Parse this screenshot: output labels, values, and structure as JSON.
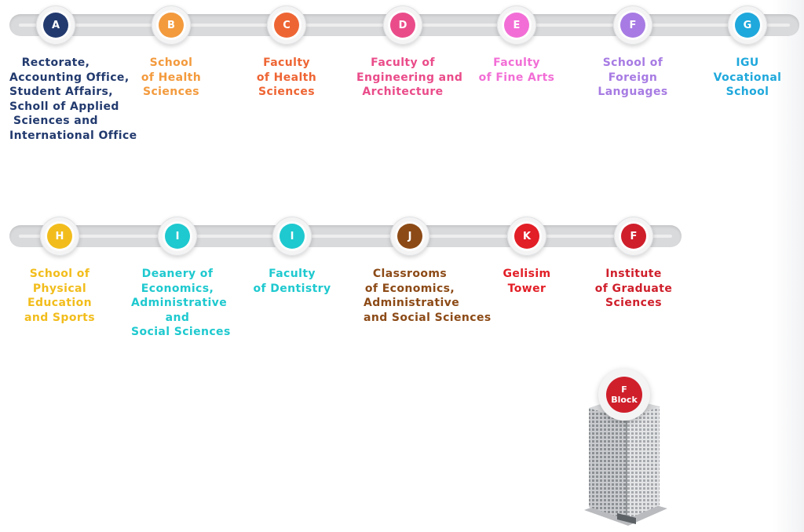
{
  "rows": [
    {
      "stops": [
        {
          "letter": "A",
          "color": "#223a6e",
          "lines": [
            "Rectorate,",
            "Accounting Office,",
            "Student Affairs,",
            "Scholl of Applied",
            "Sciences and",
            "International Office"
          ]
        },
        {
          "letter": "B",
          "color": "#f39a3d",
          "lines": [
            "School",
            "of Health",
            "Sciences"
          ]
        },
        {
          "letter": "C",
          "color": "#ee6534",
          "lines": [
            "Faculty",
            "of Health",
            "Sciences"
          ]
        },
        {
          "letter": "D",
          "color": "#ea4c8a",
          "lines": [
            "Faculty of",
            "Engineering and",
            "Architecture"
          ]
        },
        {
          "letter": "E",
          "color": "#f26ed6",
          "lines": [
            "Faculty",
            "of Fine Arts"
          ]
        },
        {
          "letter": "F",
          "color": "#a77be3",
          "lines": [
            "School of",
            "Foreign",
            "Languages"
          ]
        },
        {
          "letter": "G",
          "color": "#1fa8dc",
          "lines": [
            "IGU",
            "Vocational",
            "School"
          ]
        }
      ]
    },
    {
      "stops": [
        {
          "letter": "H",
          "color": "#f2bd1c",
          "lines": [
            "School of",
            "Physical",
            "Education",
            "and Sports"
          ]
        },
        {
          "letter": "I",
          "color": "#1ec9cf",
          "lines": [
            "Deanery of",
            "Economics,",
            "Administrative",
            "and",
            "Social Sciences"
          ]
        },
        {
          "letter": "I",
          "color": "#1ec9cf",
          "lines": [
            "Faculty",
            "of Dentistry"
          ]
        },
        {
          "letter": "J",
          "color": "#8c4a16",
          "lines": [
            "Classrooms",
            "of Economics,",
            "Administrative",
            "and Social Sciences"
          ]
        },
        {
          "letter": "K",
          "color": "#e21e26",
          "lines": [
            "Gelisim",
            "Tower"
          ]
        },
        {
          "letter": "F",
          "color": "#cf1f2b",
          "lines": [
            "Institute",
            "of Graduate",
            "Sciences"
          ]
        }
      ]
    }
  ],
  "tower": {
    "badge_top": "F",
    "badge_bottom": "Block",
    "color": "#cf1f2b",
    "icon": "building-icon"
  }
}
